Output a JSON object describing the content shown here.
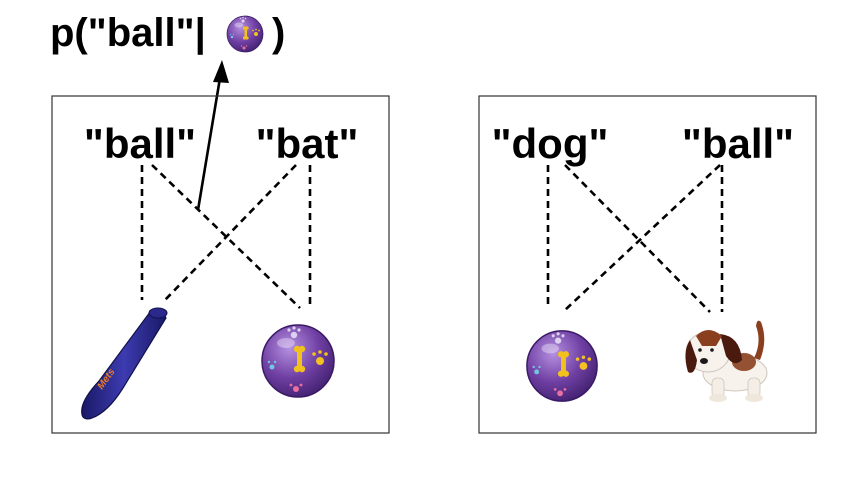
{
  "formula": {
    "prefix": "p(\"ball\"|",
    "suffix": ")",
    "icon": "ball-icon"
  },
  "scenes": [
    {
      "words": [
        "\"ball\"",
        "\"bat\""
      ],
      "objects": [
        "bat-icon",
        "ball-icon"
      ],
      "bat_text": "Mets"
    },
    {
      "words": [
        "\"dog\"",
        "\"ball\""
      ],
      "objects": [
        "ball-icon",
        "dog-icon"
      ]
    }
  ],
  "colors": {
    "ball": "#6f3fa3",
    "ball_highlight": "#b590e0",
    "ball_mark": "#f2c11f",
    "bat": "#2b2a8c",
    "bat_text": "#e8792a",
    "dog_brown": "#8a3f1f",
    "line": "#000000"
  }
}
